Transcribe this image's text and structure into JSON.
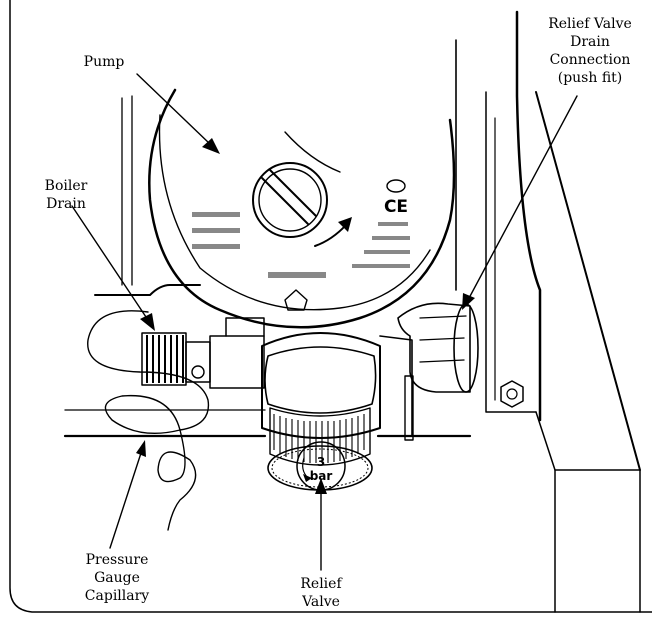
{
  "labels": {
    "pump": "Pump",
    "boiler_drain": [
      "Boiler",
      "Drain"
    ],
    "relief_valve_drain": [
      "Relief Valve",
      "Drain",
      "Connection",
      "(push fit)"
    ],
    "pressure_gauge": [
      "Pressure",
      "Gauge",
      "Capillary"
    ],
    "relief_valve": [
      "Relief",
      "Valve"
    ]
  },
  "pump_marking": "CE",
  "valve_rating": {
    "value": "3",
    "unit": "bar"
  }
}
